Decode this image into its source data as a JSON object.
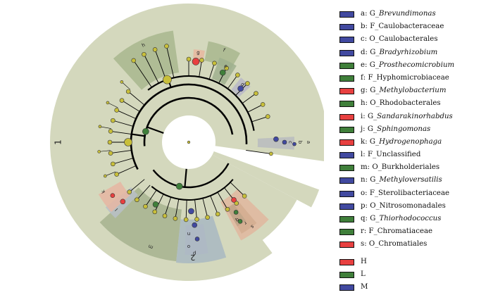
{
  "colors": {
    "H": "#e84040",
    "L": "#3f7f3a",
    "M": "#4149a0",
    "taxon_node": "#c8bf3a",
    "background_disc": "#d4d8bd",
    "phylum_sector": "#b7c4a0",
    "branch": "#000000"
  },
  "sectors": {
    "phylum_1": "1",
    "phylum_2": "2"
  },
  "clades": [
    {
      "letter": "a",
      "rank": "G",
      "name": "Brevundimonas",
      "italic": true,
      "class": "M"
    },
    {
      "letter": "b",
      "rank": "F",
      "name": "Caulobacteraceae",
      "italic": false,
      "class": "M"
    },
    {
      "letter": "c",
      "rank": "O",
      "name": "Caulobacterales",
      "italic": false,
      "class": "M"
    },
    {
      "letter": "d",
      "rank": "G",
      "name": "Bradyrhizobium",
      "italic": true,
      "class": "M"
    },
    {
      "letter": "e",
      "rank": "G",
      "name": "Prosthecomicrobium",
      "italic": true,
      "class": "L"
    },
    {
      "letter": "f",
      "rank": "F",
      "name": "Hyphomicrobiaceae",
      "italic": false,
      "class": "L"
    },
    {
      "letter": "g",
      "rank": "G",
      "name": "Methylobacterium",
      "italic": true,
      "class": "H"
    },
    {
      "letter": "h",
      "rank": "O",
      "name": "Rhodobacterales",
      "italic": false,
      "class": "L"
    },
    {
      "letter": "i",
      "rank": "G",
      "name": "Sandarakinorhabdus",
      "italic": true,
      "class": "H"
    },
    {
      "letter": "j",
      "rank": "G",
      "name": "Sphingomonas",
      "italic": true,
      "class": "L"
    },
    {
      "letter": "k",
      "rank": "G",
      "name": "Hydrogenophaga",
      "italic": true,
      "class": "H"
    },
    {
      "letter": "l",
      "rank": "F",
      "name": "Unclassified",
      "italic": false,
      "class": "M"
    },
    {
      "letter": "m",
      "rank": "O",
      "name": "Burkholderiales",
      "italic": false,
      "class": "L"
    },
    {
      "letter": "n",
      "rank": "G",
      "name": "Methyloversatilis",
      "italic": true,
      "class": "M"
    },
    {
      "letter": "o",
      "rank": "F",
      "name": "Sterolibacteriaceae",
      "italic": false,
      "class": "M"
    },
    {
      "letter": "p",
      "rank": "O",
      "name": "Nitrosomonadales",
      "italic": false,
      "class": "M"
    },
    {
      "letter": "q",
      "rank": "G",
      "name": "Thiorhodococcus",
      "italic": true,
      "class": "L"
    },
    {
      "letter": "r",
      "rank": "F",
      "name": "Chromatiaceae",
      "italic": false,
      "class": "L"
    },
    {
      "letter": "s",
      "rank": "O",
      "name": "Chromatiales",
      "italic": false,
      "class": "H"
    }
  ],
  "classes": [
    {
      "label": "H",
      "color": "#e84040"
    },
    {
      "label": "L",
      "color": "#3f7f3a"
    },
    {
      "label": "M",
      "color": "#4149a0"
    }
  ]
}
